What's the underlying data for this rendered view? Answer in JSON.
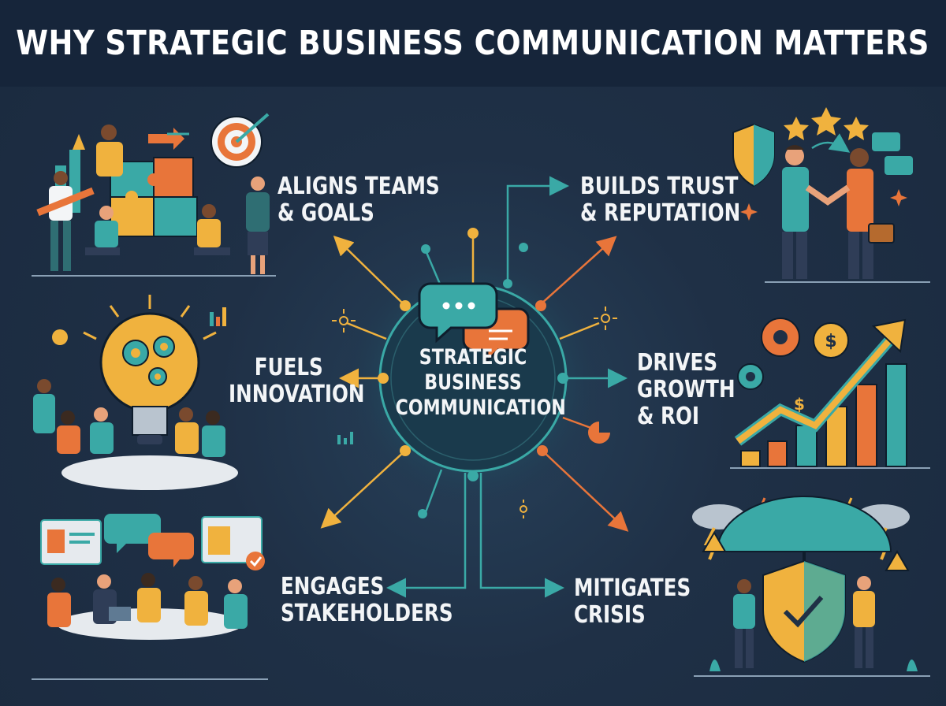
{
  "title": "WHY STRATEGIC BUSINESS COMMUNICATION MATTERS",
  "center": {
    "lines": [
      "STRATEGIC",
      "BUSINESS",
      "COMMUNICATION"
    ]
  },
  "benefits": [
    {
      "id": "aligns",
      "lines": [
        "ALIGNS TEAMS",
        "& GOALS"
      ],
      "icon": "puzzle-teamwork"
    },
    {
      "id": "trust",
      "lines": [
        "BUILDS TRUST",
        "& REPUTATION"
      ],
      "icon": "handshake-shield"
    },
    {
      "id": "innovation",
      "lines": [
        "FUELS",
        "INNOVATION"
      ],
      "icon": "lightbulb-gears"
    },
    {
      "id": "growth",
      "lines": [
        "DRIVES",
        "GROWTH",
        "& ROI"
      ],
      "icon": "growth-chart"
    },
    {
      "id": "engages",
      "lines": [
        "ENGAGES",
        "STAKEHOLDERS"
      ],
      "icon": "meeting-table"
    },
    {
      "id": "crisis",
      "lines": [
        "MITIGATES",
        "CRISIS"
      ],
      "icon": "umbrella-shield"
    }
  ],
  "colors": {
    "background": "#1f3046",
    "header": "#16253a",
    "teal": "#3aa9a6",
    "orange": "#e8753a",
    "gold": "#f0b23e",
    "text": "#f3f5f7"
  }
}
